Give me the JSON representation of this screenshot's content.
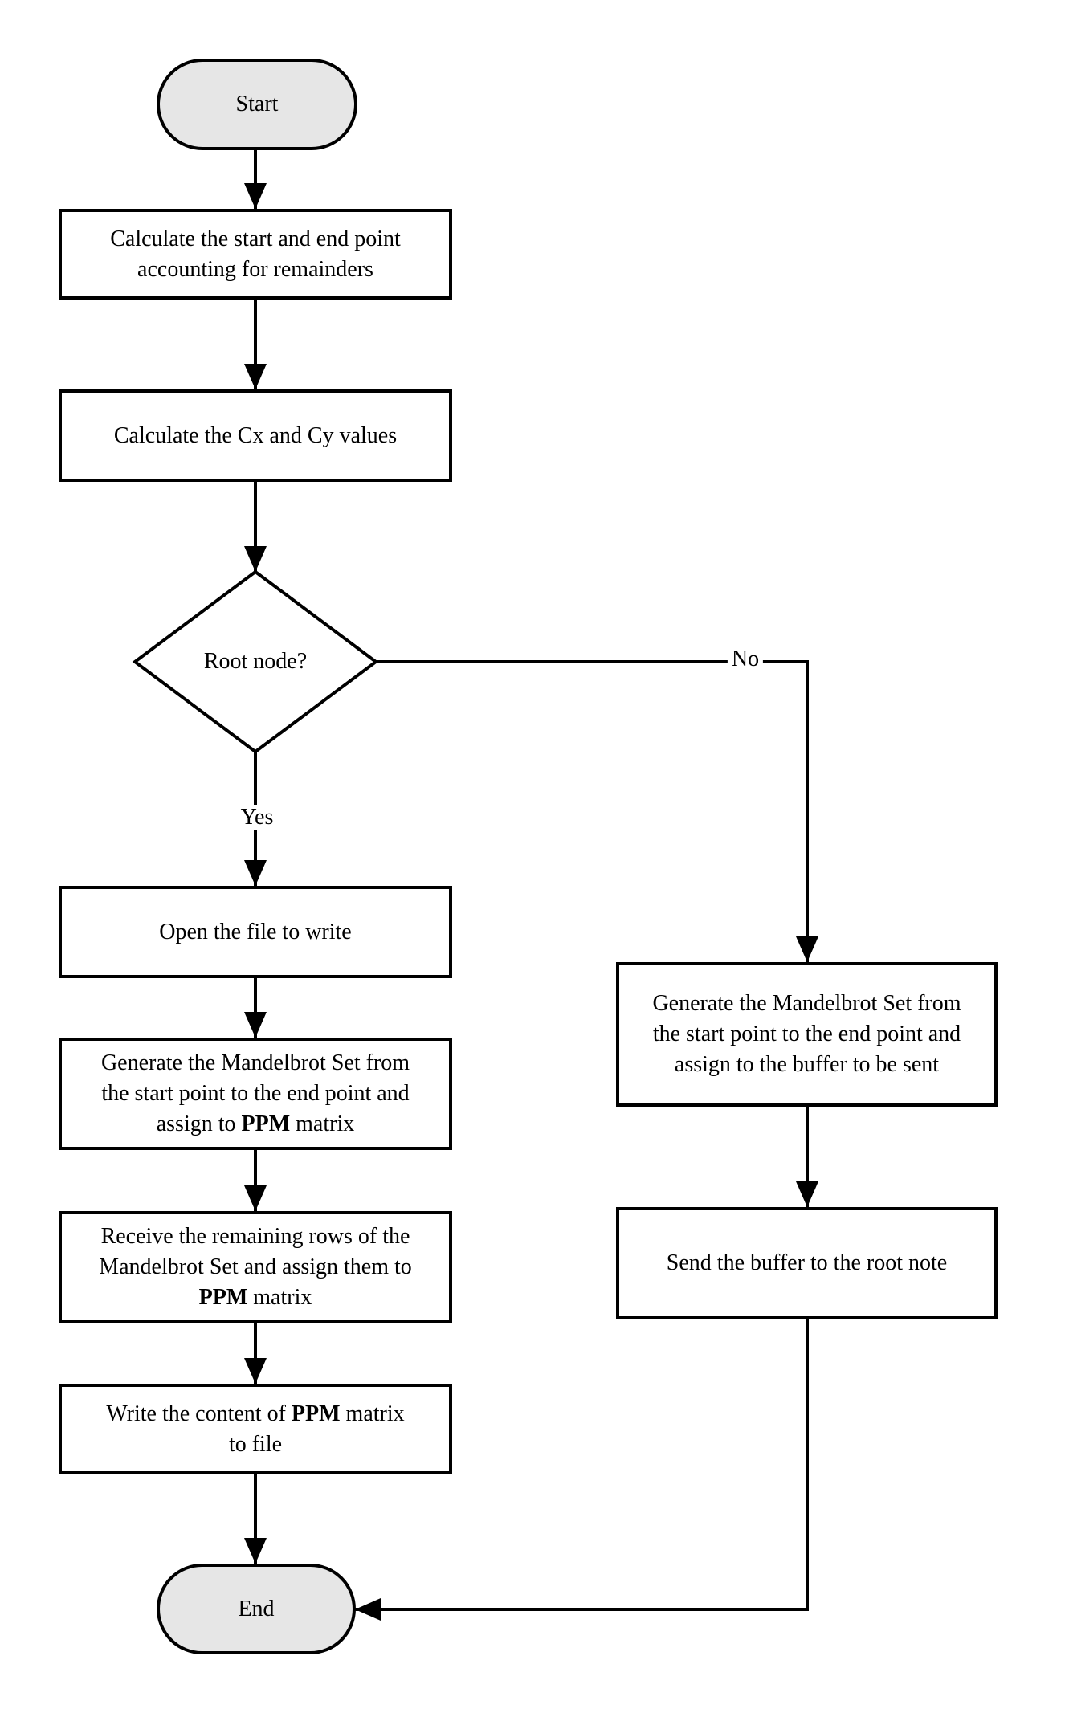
{
  "nodes": {
    "start": {
      "label": "Start"
    },
    "calc_points": {
      "line1": "Calculate the start and end point",
      "line2": "accounting for remainders"
    },
    "calc_cxcy": {
      "label": "Calculate the Cx and Cy values"
    },
    "root_decision": {
      "label": "Root node?"
    },
    "open_file": {
      "label": "Open the file to write"
    },
    "generate_ppm": {
      "line1": "Generate the Mandelbrot Set from",
      "line2": "the start point to the end point and",
      "line3_pre": "assign to ",
      "line3_bold": "PPM",
      "line3_post": " matrix"
    },
    "receive_rows": {
      "line1": "Receive the remaining rows of the",
      "line2": "Mandelbrot Set and assign them to",
      "line3_bold": "PPM",
      "line3_post": " matrix"
    },
    "write_ppm": {
      "line1_pre": "Write the content of ",
      "line1_bold": "PPM",
      "line1_post": " matrix",
      "line2": "to file"
    },
    "end": {
      "label": "End"
    },
    "generate_buffer": {
      "line1": "Generate the Mandelbrot Set from",
      "line2": "the start point to the end point and",
      "line3": "assign to the buffer to be sent"
    },
    "send_buffer": {
      "label": "Send the buffer to the root note"
    }
  },
  "edge_labels": {
    "yes": "Yes",
    "no": "No"
  },
  "colors": {
    "stroke": "#000000",
    "terminal_fill": "#e6e6e6",
    "process_fill": "#ffffff"
  }
}
